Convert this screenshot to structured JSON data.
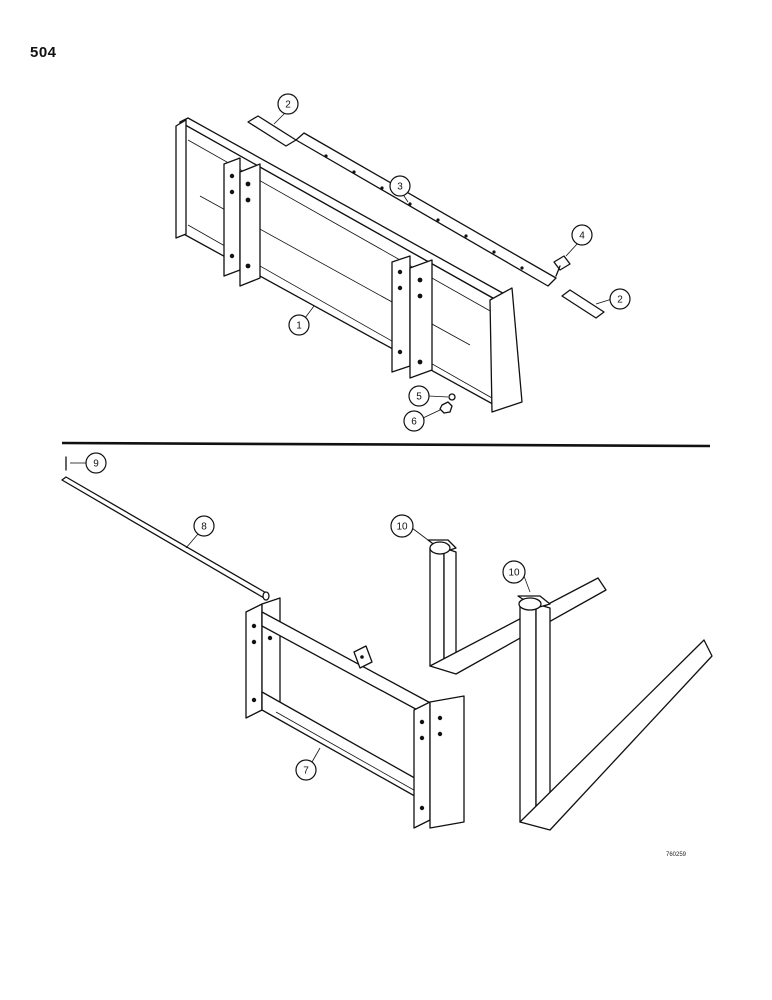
{
  "page": {
    "number": "504"
  },
  "figure": {
    "code": "760259"
  },
  "callouts": [
    {
      "label": "1"
    },
    {
      "label": "2"
    },
    {
      "label": "2"
    },
    {
      "label": "3"
    },
    {
      "label": "4"
    },
    {
      "label": "5"
    },
    {
      "label": "6"
    },
    {
      "label": "7"
    },
    {
      "label": "8"
    },
    {
      "label": "9"
    },
    {
      "label": "10"
    },
    {
      "label": "10"
    }
  ]
}
